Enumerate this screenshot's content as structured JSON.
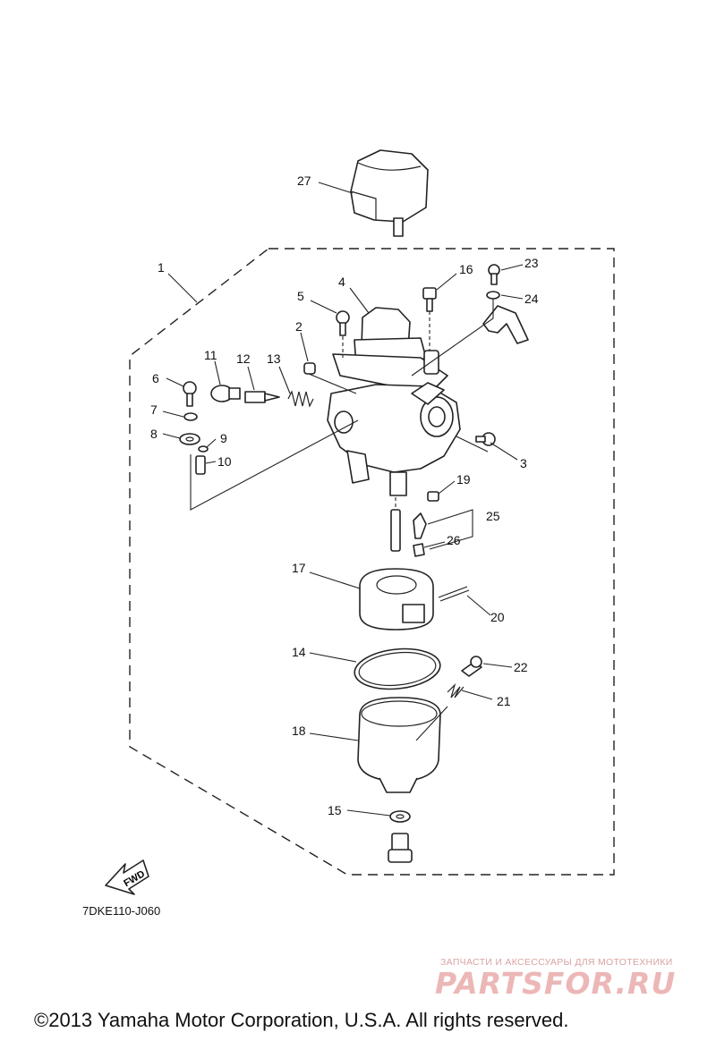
{
  "diagram_code": "7DKE110-J060",
  "fwd_label": "FWD",
  "watermark": {
    "tagline": "ЗАПЧАСТИ И АКСЕССУАРЫ ДЛЯ МОТОТЕХНИКИ",
    "brand": "PARTSFOR.RU"
  },
  "copyright": "©2013 Yamaha Motor Corporation, U.S.A. All rights reserved.",
  "callouts": [
    "1",
    "2",
    "3",
    "4",
    "5",
    "6",
    "7",
    "8",
    "9",
    "10",
    "11",
    "12",
    "13",
    "14",
    "15",
    "16",
    "17",
    "18",
    "19",
    "20",
    "21",
    "22",
    "23",
    "24",
    "25",
    "26",
    "27"
  ],
  "colors": {
    "line": "#222222",
    "watermark": "#ecb7b7"
  }
}
